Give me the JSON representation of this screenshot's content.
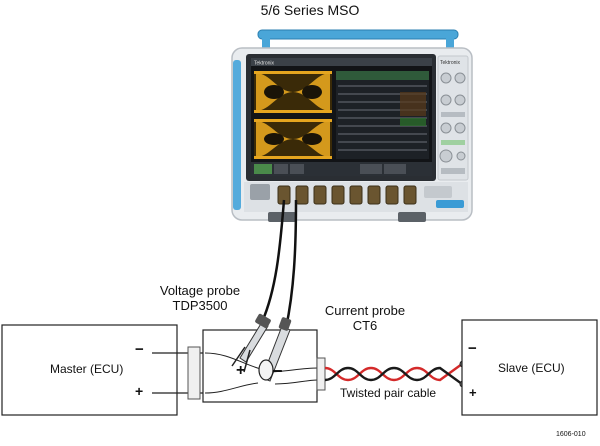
{
  "title": "5/6 Series MSO",
  "scope": {
    "brand": "Tektronix",
    "screen_brand": "Tektronix",
    "colors": {
      "body": "#e9ecef",
      "bezel": "#2a2e33",
      "handle": "#4aa6d8",
      "eye": "#e5a51f",
      "screen_bg": "#121417",
      "accent": "#3aa0d8"
    }
  },
  "voltage_probe": {
    "line1": "Voltage probe",
    "line2": "TDP3500"
  },
  "current_probe": {
    "line1": "Current probe",
    "line2": "CT6"
  },
  "master": {
    "label": "Master (ECU)",
    "minus": "−",
    "plus": "+"
  },
  "slave": {
    "label": "Slave (ECU)",
    "minus": "−",
    "plus": "+"
  },
  "junction": {
    "plus": "+",
    "minus": "−"
  },
  "cable_label": "Twisted pair cable",
  "doc_id": "1606-010",
  "cable_colors": {
    "a": "#d42a2a",
    "b": "#1a1a1a"
  }
}
